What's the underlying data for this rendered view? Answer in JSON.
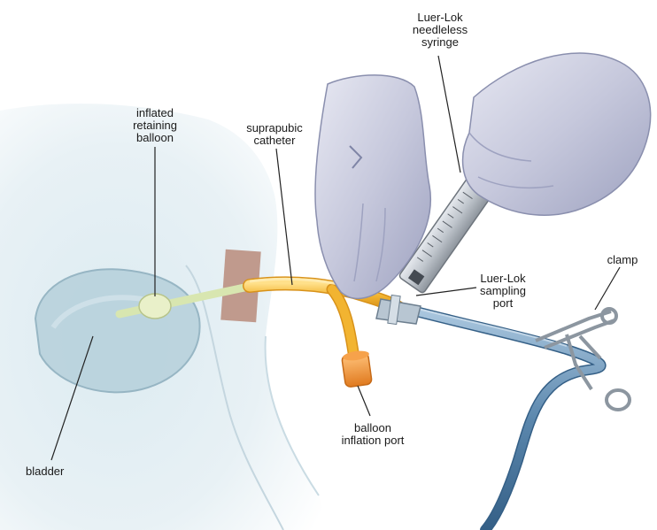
{
  "labels": {
    "syringe": [
      "Luer-Lok",
      "needleless",
      "syringe"
    ],
    "balloon": [
      "inflated",
      "retaining",
      "balloon"
    ],
    "catheter": [
      "suprapubic",
      "catheter"
    ],
    "clamp": [
      "clamp"
    ],
    "port": [
      "Luer-Lok",
      "sampling",
      "port"
    ],
    "inflation_port": [
      "balloon",
      "inflation port"
    ],
    "bladder": [
      "bladder"
    ]
  },
  "colors": {
    "catheter": "#f2b431",
    "inflation_port": "#ef8c2a",
    "tubing": "#5b87ad",
    "glove": "#c9ccdf",
    "skin": "#cfe3ea",
    "dressing": "#b88b7a",
    "leader_line": "#222222"
  }
}
